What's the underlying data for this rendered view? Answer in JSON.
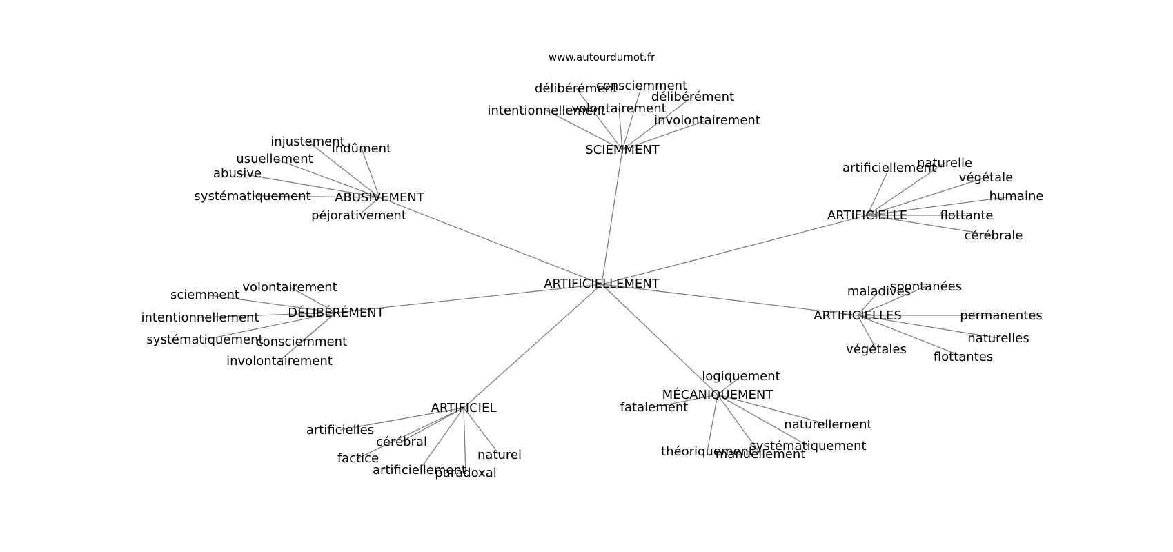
{
  "site": "www.autourdumot.fr",
  "center": "ARTIFICIELLEMENT",
  "clusters": [
    {
      "hub": "SCIEMMENT",
      "leaves": [
        "délibérément",
        "consciemment",
        "volontairement",
        "délibérément",
        "intentionnellement",
        "involontairement"
      ]
    },
    {
      "hub": "ABUSIVEMENT",
      "leaves": [
        "injustement",
        "indûment",
        "usuellement",
        "abusive",
        "systématiquement",
        "péjorativement"
      ]
    },
    {
      "hub": "ARTIFICIELLE",
      "leaves": [
        "artificiellement",
        "naturelle",
        "végétale",
        "humaine",
        "flottante",
        "cérébrale"
      ]
    },
    {
      "hub": "DÉLIBÉRÉMENT",
      "leaves": [
        "sciemment",
        "volontairement",
        "intentionnellement",
        "systématiquement",
        "consciemment",
        "involontairement"
      ]
    },
    {
      "hub": "ARTIFICIELLES",
      "leaves": [
        "maladives",
        "spontanées",
        "permanentes",
        "naturelles",
        "végétales",
        "flottantes"
      ]
    },
    {
      "hub": "ARTIFICIEL",
      "leaves": [
        "artificielles",
        "cérébral",
        "factice",
        "artificiellement",
        "paradoxal",
        "naturel"
      ]
    },
    {
      "hub": "MÉCANIQUEMENT",
      "leaves": [
        "logiquement",
        "fatalement",
        "naturellement",
        "systématiquement",
        "théoriquement",
        "manuellement"
      ]
    }
  ]
}
